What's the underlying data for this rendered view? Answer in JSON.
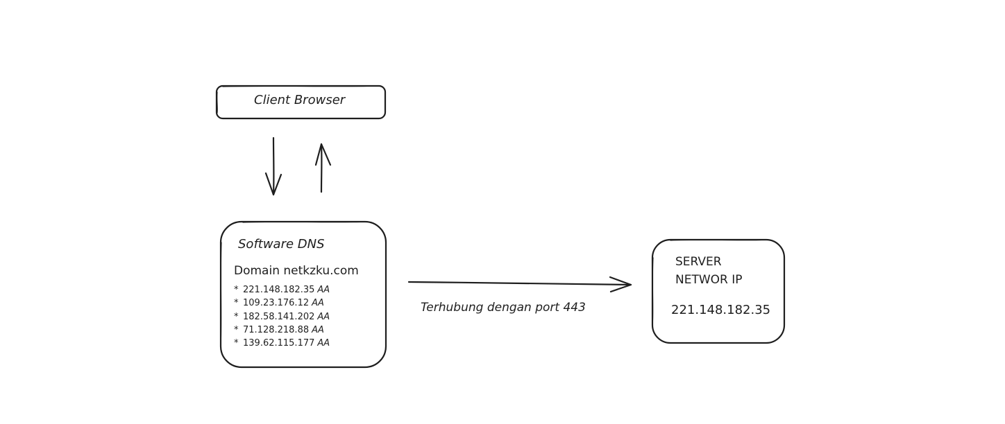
{
  "nodes": {
    "client": {
      "label": "Client Browser"
    },
    "dns": {
      "title": "Software DNS",
      "domain": "Domain netkzku.com",
      "bullet": "*",
      "records": [
        {
          "ip": "221.148.182.35",
          "type": "AA"
        },
        {
          "ip": "109.23.176.12",
          "type": "AA"
        },
        {
          "ip": "182.58.141.202",
          "type": "AA"
        },
        {
          "ip": "71.128.218.88",
          "type": "AA"
        },
        {
          "ip": "139.62.115.177",
          "type": "AA"
        }
      ]
    },
    "server": {
      "line1": "SERVER",
      "line2": "NETWOR IP",
      "ip": "221.148.182.35"
    }
  },
  "edges": {
    "dns_to_server": {
      "label": "Terhubung dengan port 443"
    }
  },
  "colors": {
    "stroke": "#1e1e1e",
    "background": "#ffffff"
  }
}
